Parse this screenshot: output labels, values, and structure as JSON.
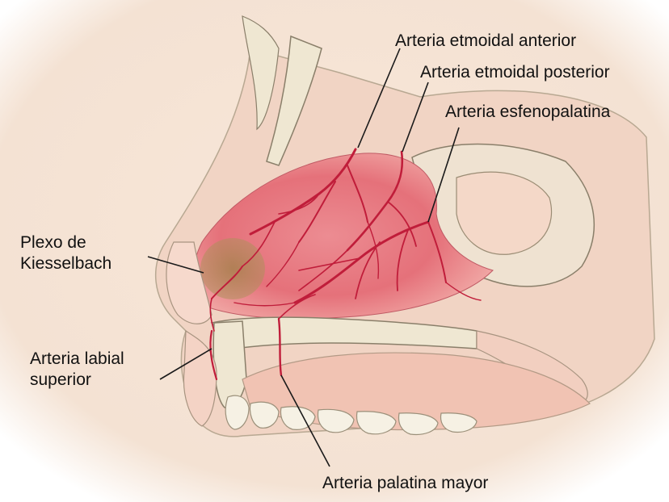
{
  "labels": {
    "ethmoidal_anterior": "Arteria etmoidal anterior",
    "ethmoidal_posterior": "Arteria etmoidal posterior",
    "sphenopalatine": "Arteria esfenopalatina",
    "kiesselbach_line1": "Plexo de",
    "kiesselbach_line2": "Kiesselbach",
    "labial_line1": "Arteria labial",
    "labial_line2": "superior",
    "palatine": "Arteria palatina mayor"
  },
  "colors": {
    "background": "#f4e4d6",
    "tissue": "#f3d3c3",
    "mucosa": "#e5717a",
    "vessel": "#c01d3a",
    "bone": "#efe7d2",
    "plexus_spot": "#a88a55",
    "leader_line": "#1a1a1a"
  }
}
